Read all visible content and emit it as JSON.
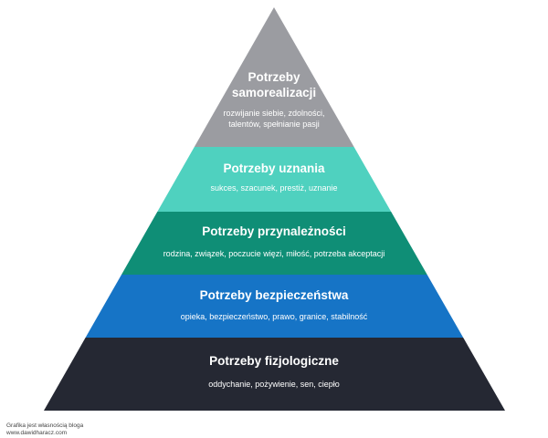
{
  "levels": [
    {
      "title_lines": [
        "Potrzeby",
        "samorealizacji"
      ],
      "desc_lines": [
        "rozwijanie siebie, zdolności,",
        "talentów, spełnianie pasji"
      ],
      "color": "#9b9ca1"
    },
    {
      "title_lines": [
        "Potrzeby uznania"
      ],
      "desc_lines": [
        "sukces, szacunek, prestiż, uznanie"
      ],
      "color": "#4fd1bf"
    },
    {
      "title_lines": [
        "Potrzeby przynależności"
      ],
      "desc_lines": [
        "rodzina, związek, poczucie więzi, miłość, potrzeba akceptacji"
      ],
      "color": "#0f8e76"
    },
    {
      "title_lines": [
        "Potrzeby bezpieczeństwa"
      ],
      "desc_lines": [
        "opieka, bezpieczeństwo, prawo, granice, stabilność"
      ],
      "color": "#1674c6"
    },
    {
      "title_lines": [
        "Potrzeby fizjologiczne"
      ],
      "desc_lines": [
        "oddychanie, pożywienie, sen, ciepło"
      ],
      "color": "#252833"
    }
  ],
  "credit": {
    "line1": "Grafika jest własnością bloga",
    "line2": "www.dawidharacz.com"
  }
}
